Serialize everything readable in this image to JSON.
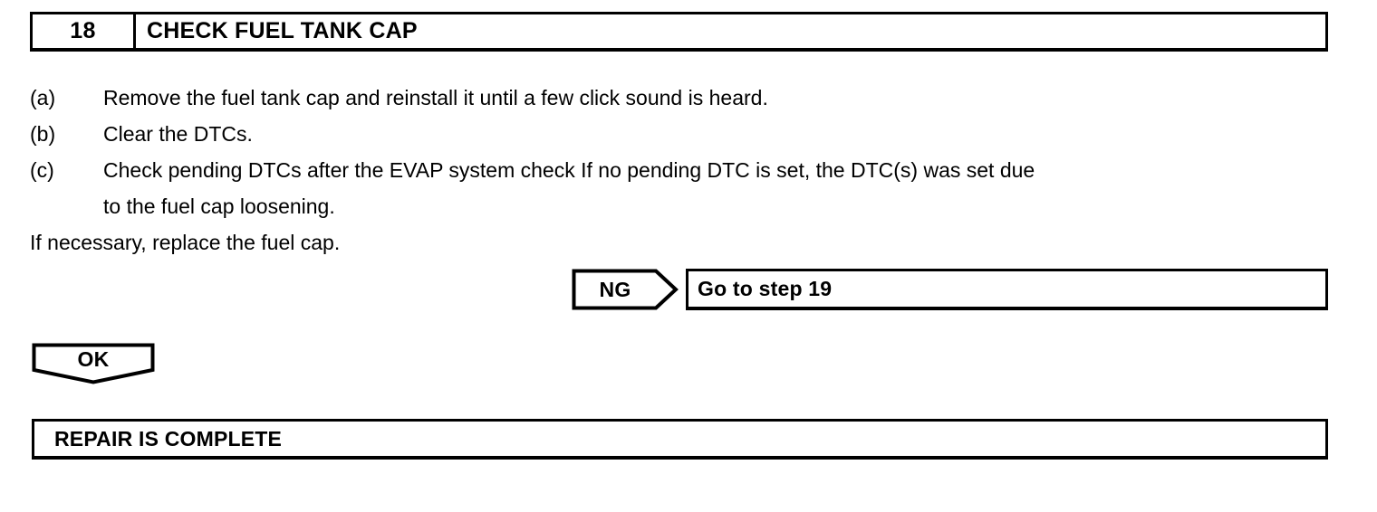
{
  "step_header": {
    "number": "18",
    "title": "CHECK FUEL TANK CAP"
  },
  "procedure": {
    "items": [
      {
        "label": "(a)",
        "text": "Remove the fuel tank cap and reinstall it until a few click sound is heard."
      },
      {
        "label": "(b)",
        "text": "Clear the DTCs."
      },
      {
        "label": "(c)",
        "text": "Check pending DTCs after the EVAP system check If no pending DTC is set, the DTC(s) was set due"
      }
    ],
    "continuation": "to the fuel cap loosening.",
    "note": "If necessary, replace the fuel cap."
  },
  "branches": {
    "ng": {
      "label": "NG",
      "result": "Go to step 19"
    },
    "ok": {
      "label": "OK"
    }
  },
  "outcome": {
    "text": "REPAIR IS COMPLETE"
  },
  "colors": {
    "ink": "#000000",
    "paper": "#ffffff"
  }
}
